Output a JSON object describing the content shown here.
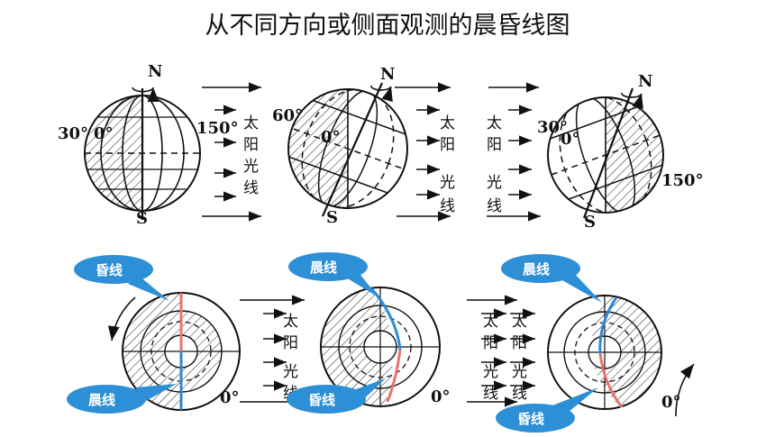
{
  "title": "从不同方向或侧面观测的晨昏线图",
  "labels": {
    "north": "N",
    "south": "S",
    "deg30": "30°",
    "deg0": "0°",
    "deg60": "60°",
    "deg150": "150°"
  },
  "sunlight_chars": [
    "太",
    "阳",
    "光",
    "线"
  ],
  "callouts": {
    "dusk_line": "昏线",
    "dawn_line": "晨线"
  },
  "colors": {
    "dusk_line": "#e8736d",
    "dawn_line": "#2e89d6",
    "callout_fill": "#2d8fd5"
  }
}
